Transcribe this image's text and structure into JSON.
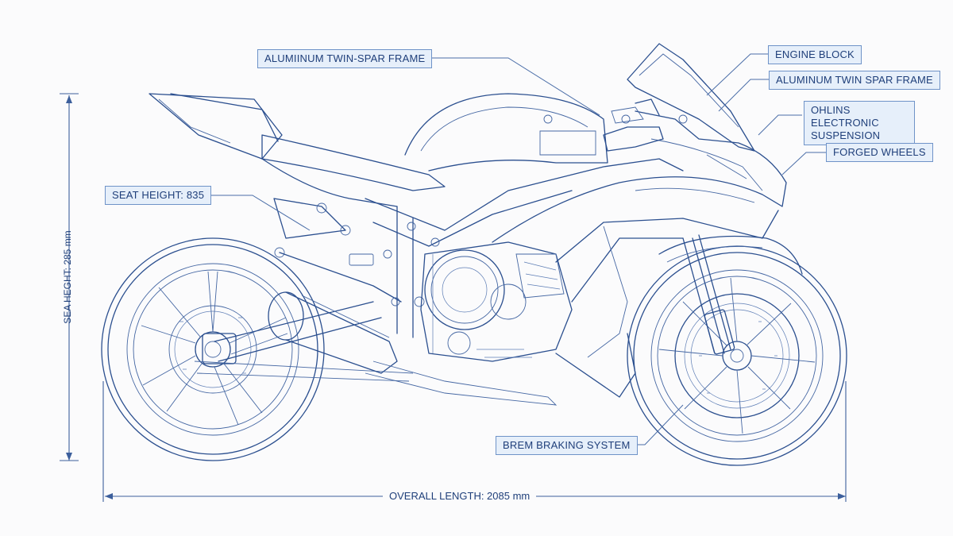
{
  "callouts": {
    "frame_left": "ALUMIINUM TWIN-SPAR FRAME",
    "engine_block": "ENGINE BLOCK",
    "frame_right": "ALUMINUM TWIN SPAR FRAME",
    "suspension": "OHLINS ELECTRONIC SUSPENSION",
    "wheels": "FORGED WHEELS",
    "seat_height": "SEAT HEIGHT: 835",
    "braking": "BREM  BRAKING SYSTEM"
  },
  "dimensions": {
    "overall_length": "OVERALL LENGTH: 2085 mm",
    "vertical": "SEA HEGHT: 285 mm"
  },
  "colors": {
    "line": "#2b4f8f",
    "label_fill": "#e6effa",
    "label_border": "#6f93c8",
    "background": "#fbfbfc"
  }
}
